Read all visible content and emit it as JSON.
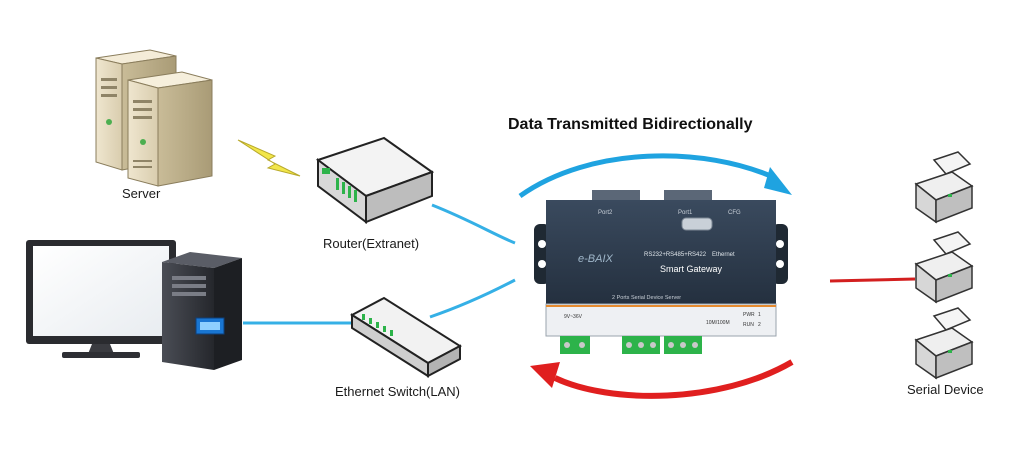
{
  "diagram": {
    "title": "Data Transmitted Bidirectionally",
    "nodes": {
      "server": "Server",
      "router": "Router(Extranet)",
      "switch": "Ethernet Switch(LAN)",
      "serial_device": "Serial Device"
    },
    "gateway": {
      "brand": "e-BAIX",
      "interfaces": "RS232+RS485+RS422",
      "ethernet": "Ethernet",
      "model": "Smart Gateway",
      "subtitle": "2 Ports Serial Device Server",
      "port1": "Port1",
      "port2": "Port2",
      "cfg": "CFG",
      "power": "9V~36V",
      "eth_speed": "10M/100M",
      "pwr": "PWR",
      "run": "RUN",
      "led1": "1",
      "led2": "2"
    },
    "colors": {
      "forward_arrow": "#1fa3e0",
      "return_arrow": "#e01f1f",
      "ethernet_cable": "#35b0e6",
      "serial_cable": "#d31f1f",
      "wireless_bolt": "#f2e64a",
      "gateway_body": "#2e3d4f",
      "terminal_green": "#2db34a"
    },
    "icons": [
      "server-icon",
      "router-icon",
      "desktop-computer-icon",
      "ethernet-switch-icon",
      "printer-icon",
      "lightning-icon"
    ]
  }
}
